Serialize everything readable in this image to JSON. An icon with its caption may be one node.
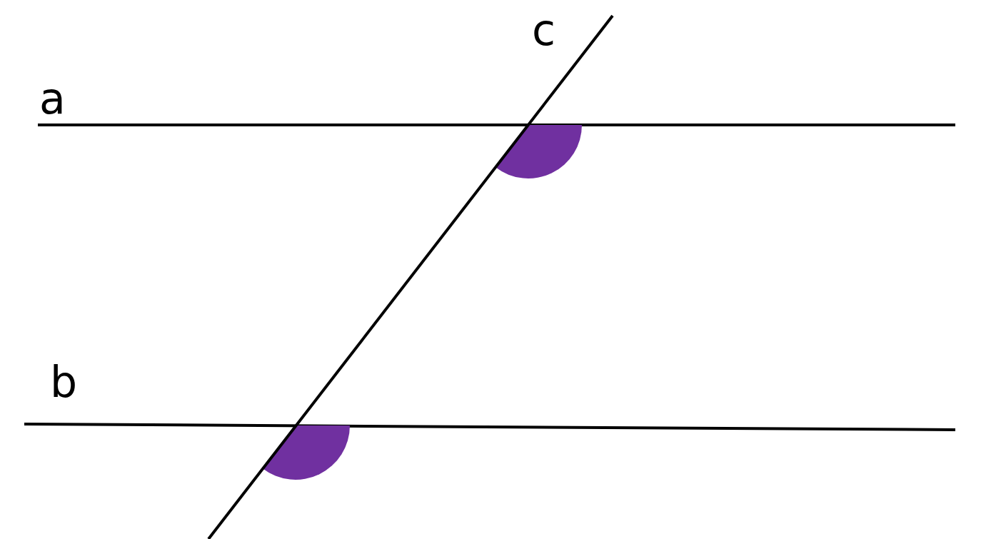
{
  "diagram": {
    "labels": [
      "c",
      "a",
      "b"
    ]
  }
}
